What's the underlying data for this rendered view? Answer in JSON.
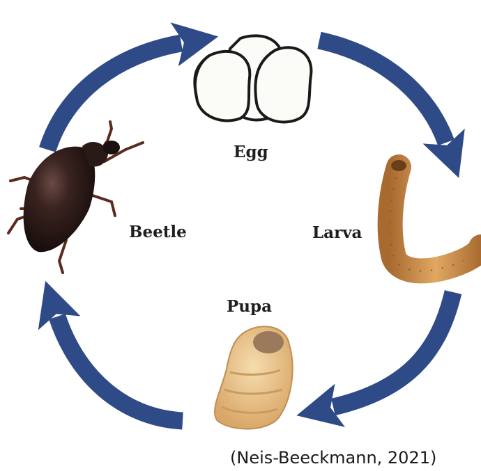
{
  "stages": {
    "egg": "Egg",
    "larva": "Larva",
    "pupa": "Pupa",
    "beetle": "Beetle"
  },
  "citation": "(Neis-Beeckmann, 2021)",
  "colors": {
    "arrow": "#2e4a87",
    "egg_fill": "#fbfbf8",
    "beetle_body": "#2a1a17",
    "beetle_legs": "#5a2a1f",
    "larva_body": "#c98a48",
    "pupa_body": "#eac38c"
  },
  "icons": [
    "cycle-arrow-icon",
    "egg-cluster-icon",
    "larva-icon",
    "pupa-icon",
    "beetle-icon"
  ]
}
